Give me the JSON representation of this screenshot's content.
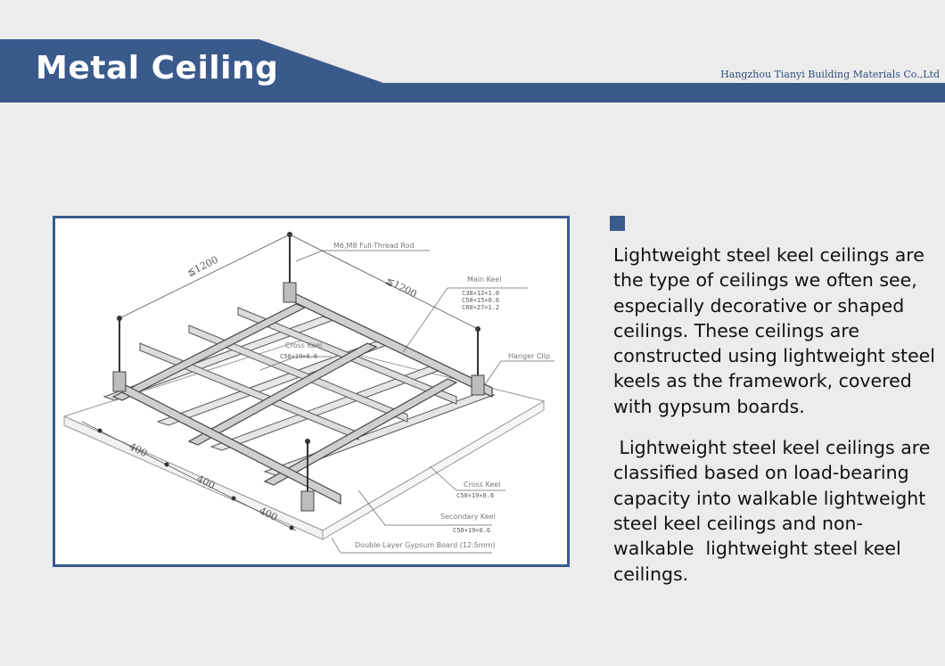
{
  "header": {
    "title": "Metal Ceiling",
    "company": "Hangzhou Tianyi Building Materials Co.,Ltd",
    "band_color": "#3a5a8c"
  },
  "diagram": {
    "labels": {
      "rod": "M6,M8 Full-Thread Rod",
      "main_keel": "Main Keel",
      "main_keel_specs": [
        "C38×12×1.0",
        "C50×15×0.6",
        "C60×27×1.2"
      ],
      "cross_keel_top": "Cross Keel",
      "cross_keel_top_spec": "C50×19×0.6",
      "hanger_clip": "Hanger Clip",
      "cross_keel_right": "Cross Keel",
      "cross_keel_right_spec": "C50×19×0.6",
      "secondary_keel": "Secondary Keel",
      "secondary_keel_spec": "C50×19×0.6",
      "gypsum_board": "Double-Layer Gypsum Board (12.5mm)"
    },
    "dimensions": {
      "top_left": "≦1200",
      "top_right": "≦1200",
      "bottom": [
        "400",
        "400",
        "400"
      ]
    }
  },
  "body": {
    "paragraph1": "Lightweight steel keel ceilings are the type of ceilings we often see, especially decorative or shaped ceilings. These ceilings are constructed using lightweight steel keels as the framework, covered with gypsum boards.",
    "paragraph2": " Lightweight steel keel ceilings are classified based on load-bearing capacity into walkable lightweight steel keel ceilings and non-walkable  lightweight steel keel ceilings."
  }
}
